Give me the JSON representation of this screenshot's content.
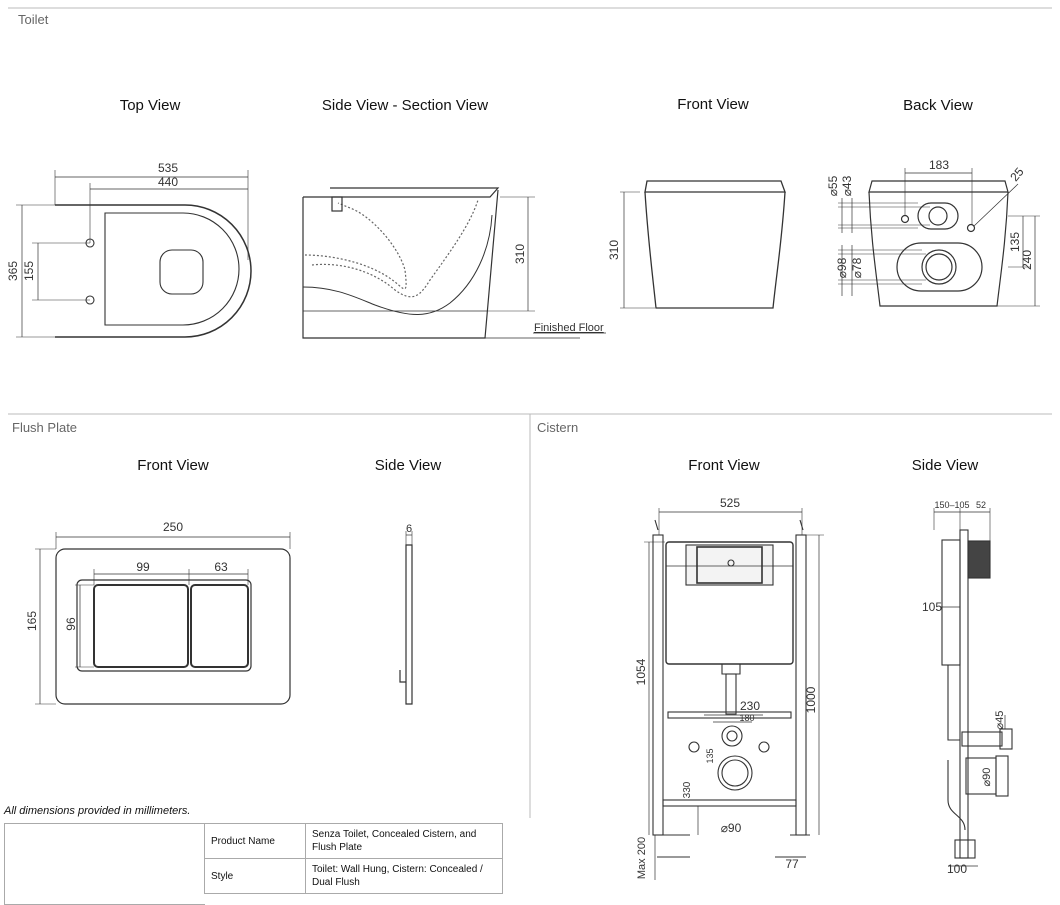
{
  "sections": {
    "toilet": "Toilet",
    "flush_plate": "Flush Plate",
    "cistern": "Cistern"
  },
  "view_titles": {
    "toilet_top": "Top View",
    "toilet_side": "Side View - Section View",
    "toilet_front": "Front View",
    "toilet_back": "Back View",
    "plate_front": "Front View",
    "plate_side": "Side View",
    "cistern_front": "Front View",
    "cistern_side": "Side View"
  },
  "dims": {
    "top_535": "535",
    "top_440": "440",
    "top_365": "365",
    "top_155": "155",
    "side_310": "310",
    "finished_floor": "Finished Floor",
    "front_310": "310",
    "back_183": "183",
    "back_25": "25",
    "back_d55": "⌀55",
    "back_d43": "⌀43",
    "back_135": "135",
    "back_240": "240",
    "back_d98": "⌀98",
    "back_d78": "⌀78",
    "plate_250": "250",
    "plate_165": "165",
    "plate_99": "99",
    "plate_63": "63",
    "plate_96": "96",
    "plate_6": "6",
    "cis_525": "525",
    "cis_1054": "1054",
    "cis_1000": "1000",
    "cis_230": "230",
    "cis_180": "180",
    "cis_135": "135",
    "cis_330": "330",
    "cis_d90": "⌀90",
    "cis_max200": "Max 200",
    "cis_77": "77",
    "cs_150_105": "150–105",
    "cs_52": "52",
    "cs_105": "105",
    "cs_d45": "⌀45",
    "cs_d90": "⌀90",
    "cs_100": "100"
  },
  "note": "All dimensions provided in millimeters.",
  "spec_table": [
    {
      "label": "Product Name",
      "value": "Senza Toilet, Concealed Cistern, and Flush Plate"
    },
    {
      "label": "Style",
      "value": "Toilet: Wall Hung, Cistern: Concealed / Dual Flush"
    }
  ]
}
